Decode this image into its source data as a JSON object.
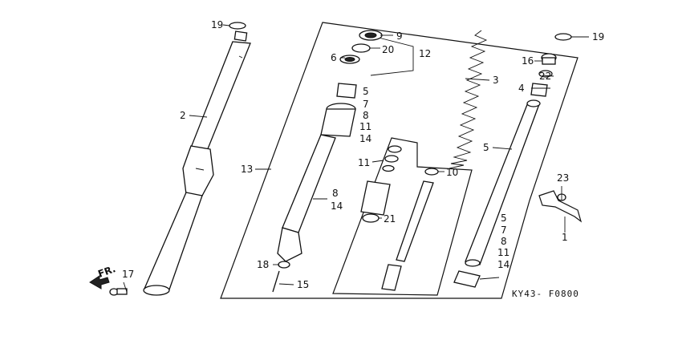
{
  "diagram_code": "KY43- F0800",
  "front_marker": "FR.",
  "callouts": {
    "c1": "1",
    "c2": "2",
    "c3": "3",
    "c4": "4",
    "c5a": "5",
    "c5b": "5",
    "c5c": "5",
    "c6": "6",
    "c7a": "7",
    "c7b": "7",
    "c8a": "8",
    "c8b": "8",
    "c8c": "8",
    "c9": "9",
    "c10": "10",
    "c11a": "11",
    "c11b": "11",
    "c11c": "11",
    "c12": "12",
    "c13": "13",
    "c14a": "14",
    "c14b": "14",
    "c14c": "14",
    "c15": "15",
    "c16": "16",
    "c17": "17",
    "c18": "18",
    "c19a": "19",
    "c19b": "19",
    "c20": "20",
    "c21": "21",
    "c22": "22",
    "c23": "23"
  },
  "colors": {
    "ink": "#111111",
    "paper": "#ffffff"
  }
}
